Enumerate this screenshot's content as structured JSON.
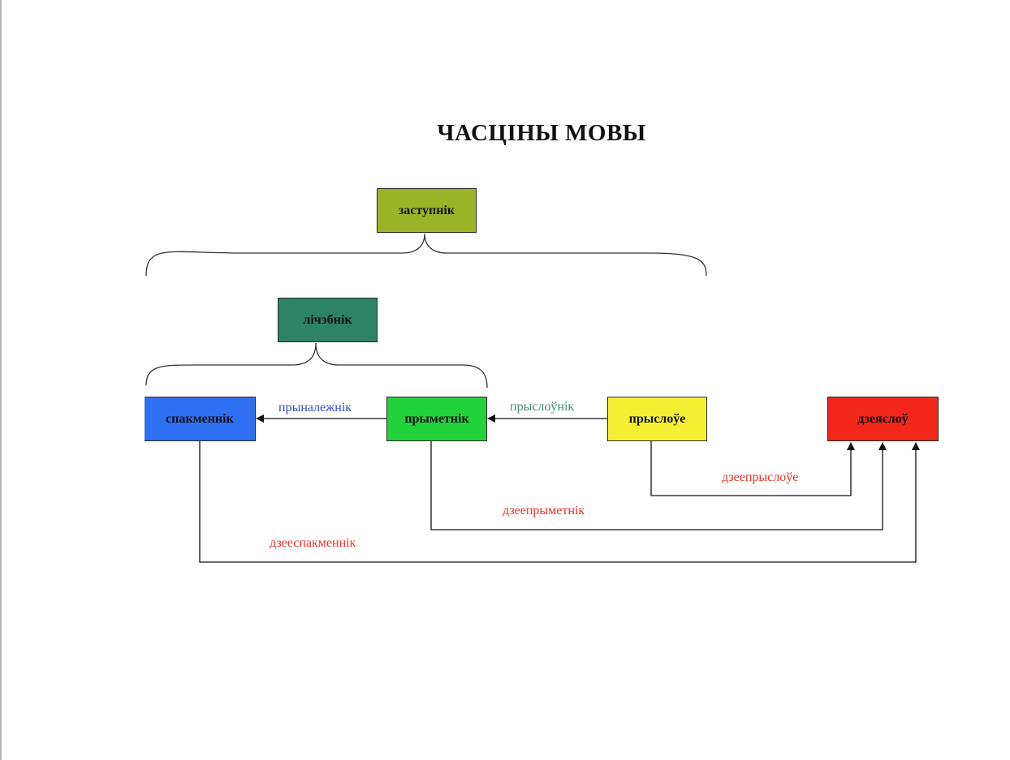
{
  "title": "ЧАСЦІНЫ МОВЫ",
  "nodes": {
    "zastupnik": {
      "label": "заступнік",
      "color": "#9bb526"
    },
    "lichebnik": {
      "label": "лічэбнік",
      "color": "#2e8266"
    },
    "spakmennik": {
      "label": "спакменнік",
      "color": "#2f6ff2"
    },
    "prymetnik": {
      "label": "прыметнік",
      "color": "#22d23a"
    },
    "prysloue": {
      "label": "прыслоўе",
      "color": "#f5f034"
    },
    "dzeyaslou": {
      "label": "дзеяслоў",
      "color": "#f2261b"
    }
  },
  "edges": {
    "prynalezhnik": {
      "label": "прыналежнік",
      "color": "#3a49c9"
    },
    "prysloynik": {
      "label": "прыслоўнік",
      "color": "#3f8a73"
    },
    "dzeeprysloue": {
      "label": "дзеепрыслоўе",
      "color": "#e8312a"
    },
    "dzeeprymetnik": {
      "label": "дзеепрыметнік",
      "color": "#e8312a"
    },
    "dzeespakmennik": {
      "label": "дзееспакменнік",
      "color": "#e8312a"
    }
  }
}
